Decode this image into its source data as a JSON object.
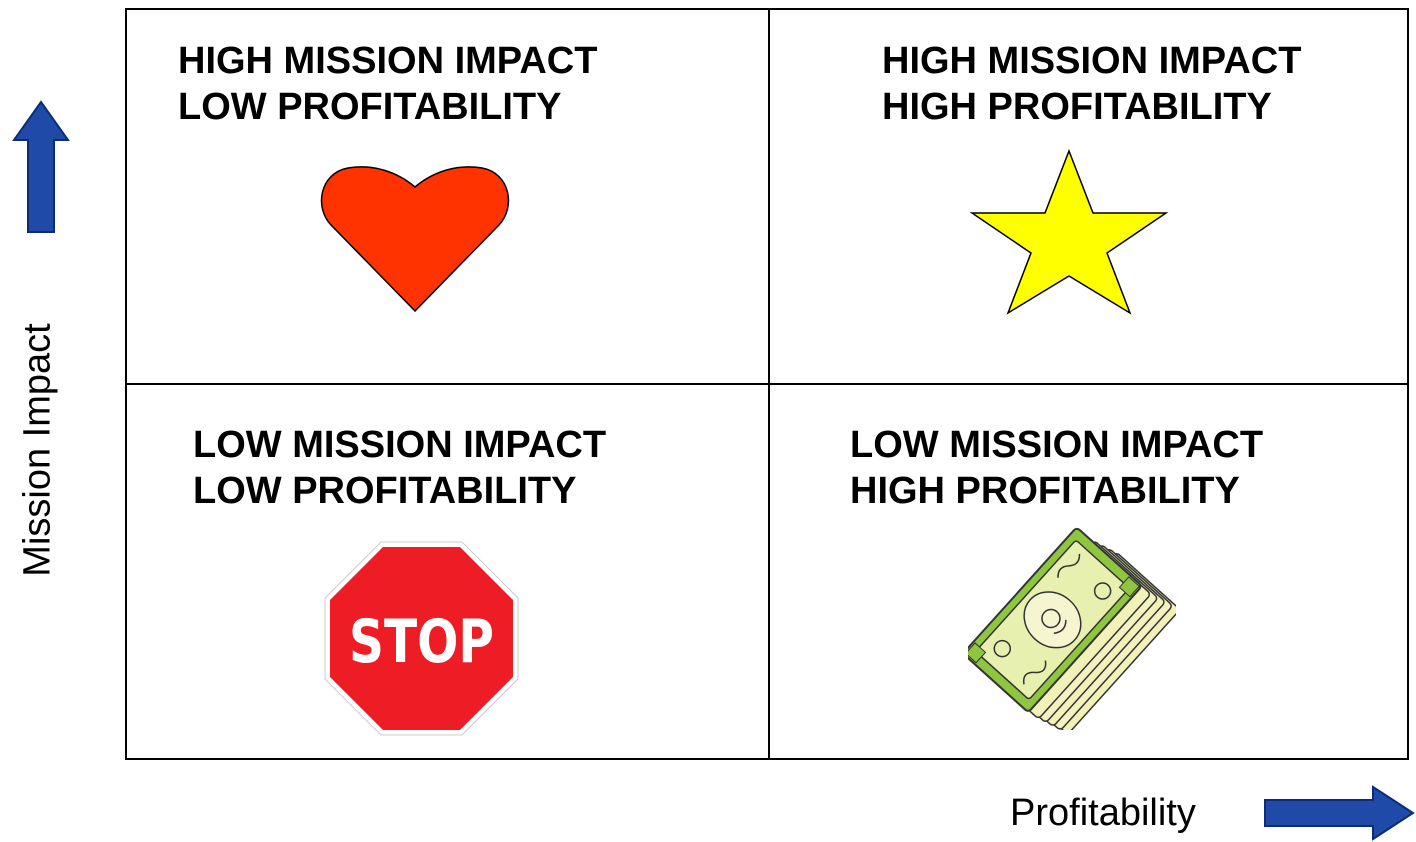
{
  "quadrants": {
    "top_left": {
      "line1": "HIGH MISSION IMPACT",
      "line2": "LOW PROFITABILITY",
      "icon": "heart-icon"
    },
    "top_right": {
      "line1": "HIGH MISSION IMPACT",
      "line2": "HIGH PROFITABILITY",
      "icon": "star-icon"
    },
    "bottom_left": {
      "line1": "LOW MISSION IMPACT",
      "line2": "LOW PROFITABILITY",
      "icon": "stop-sign-icon",
      "sign_text": "STOP"
    },
    "bottom_right": {
      "line1": "LOW MISSION IMPACT",
      "line2": "HIGH PROFITABILITY",
      "icon": "money-stack-icon"
    }
  },
  "axes": {
    "y_label": "Mission Impact",
    "x_label": "Profitability"
  },
  "colors": {
    "heart": "#ff3300",
    "star": "#ffff00",
    "stop": "#ee1c25",
    "arrow": "#1f3f9f",
    "money": "#8ec63f"
  }
}
